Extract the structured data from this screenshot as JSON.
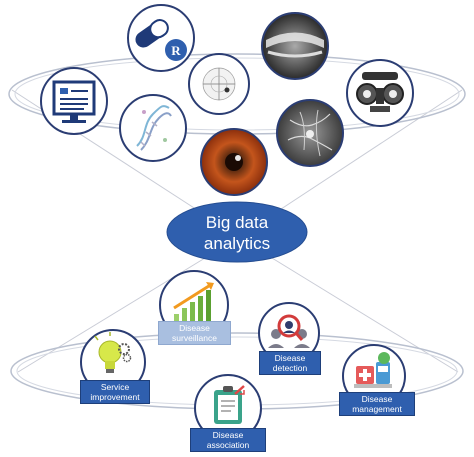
{
  "center": {
    "line1": "Big data",
    "line2": "analytics"
  },
  "outputs": [
    {
      "name": "disease-surveillance",
      "line1": "Disease",
      "line2": "surveillance",
      "icon": "bar-chart-growth-icon"
    },
    {
      "name": "disease-detection",
      "line1": "Disease",
      "line2": "detection",
      "icon": "magnifier-person-icon"
    },
    {
      "name": "service-improvement",
      "line1": "Service",
      "line2": "improvement",
      "icon": "lightbulb-gears-icon"
    },
    {
      "name": "disease-management",
      "line1": "Disease",
      "line2": "management",
      "icon": "medicine-kit-icon"
    },
    {
      "name": "disease-association",
      "line1": "Disease",
      "line2": "association",
      "icon": "clipboard-checklist-icon"
    }
  ],
  "sources": [
    "pills-prescription-icon",
    "oct-scan-icon",
    "electronic-record-monitor-icon",
    "visual-field-icon",
    "phoropter-icon",
    "dna-genetics-icon",
    "fundus-angiography-icon",
    "eye-photograph-icon"
  ],
  "colors": {
    "accent": "#2f5fae",
    "outline": "#2b3d73",
    "ring": "#b9c0cf",
    "light_label": "#a9bfe0"
  }
}
